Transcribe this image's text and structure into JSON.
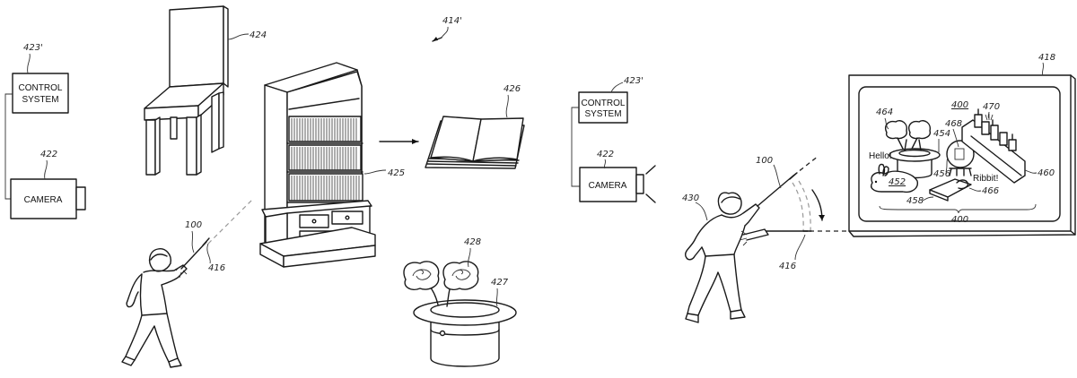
{
  "figure": {
    "reference": "414'",
    "left_scene": {
      "control_system": {
        "ref": "423'",
        "line1": "CONTROL",
        "line2": "SYSTEM"
      },
      "camera": {
        "ref": "422",
        "label": "CAMERA"
      },
      "chair": {
        "ref": "424"
      },
      "bookcase": {
        "ref": "425"
      },
      "book": {
        "ref": "426"
      },
      "hat": {
        "ref": "427"
      },
      "flowers": {
        "ref": "428"
      },
      "wand": {
        "ref": "100"
      },
      "wand_tip": {
        "ref": "416"
      }
    },
    "right_scene": {
      "control_system": {
        "ref": "423'",
        "line1": "CONTROL",
        "line2": "SYSTEM"
      },
      "camera": {
        "ref": "422",
        "label": "CAMERA"
      },
      "user": {
        "ref": "430"
      },
      "wand": {
        "ref": "100"
      },
      "wand_tip": {
        "ref": "416"
      },
      "display": {
        "ref": "418",
        "scene_ref_top": "400",
        "scene_ref_bottom": "400",
        "rabbit": {
          "ref": "452",
          "speech": "Hello!"
        },
        "hat": {
          "ref": "454"
        },
        "globe": {
          "ref": "456"
        },
        "book": {
          "ref": "458"
        },
        "castle": {
          "ref": "460"
        },
        "flowers": {
          "ref": "464"
        },
        "frog": {
          "ref": "466",
          "speech": "Ribbit!"
        },
        "figure_in_globe": {
          "ref": "468"
        },
        "sparkle": {
          "ref": "470"
        }
      }
    }
  }
}
